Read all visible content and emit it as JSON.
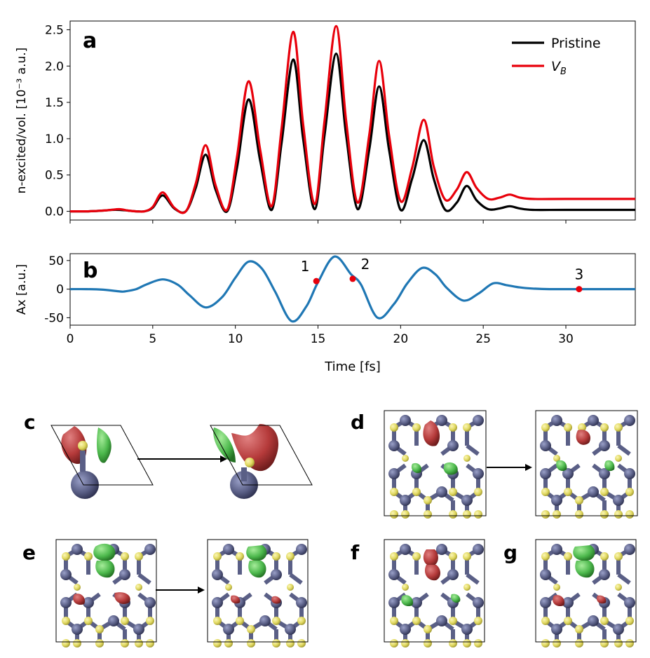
{
  "chart_data": [
    {
      "panel_label": "a",
      "type": "line",
      "ylabel": "n-excited/vol. [10⁻³ a.u.]",
      "xlim": [
        0,
        34.2
      ],
      "ylim": [
        -0.12,
        2.62
      ],
      "yticks": [
        "0.0",
        "0.5",
        "1.0",
        "1.5",
        "2.0",
        "2.5"
      ],
      "grid": false,
      "legend_position": "top-right",
      "series": [
        {
          "name": "Pristine",
          "color": "#000000",
          "x": [
            0,
            1,
            2,
            2.5,
            3,
            3.5,
            4,
            4.5,
            5,
            5.6,
            6.3,
            7,
            7.6,
            8.2,
            8.8,
            9.5,
            10.1,
            10.8,
            11.5,
            12.2,
            12.8,
            13.5,
            14.1,
            14.8,
            15.4,
            16.1,
            16.7,
            17.4,
            18.1,
            18.7,
            19.3,
            20,
            20.7,
            21.4,
            22,
            22.7,
            23.4,
            24,
            24.6,
            25.3,
            26,
            26.6,
            27.2,
            28,
            30,
            34.2
          ],
          "values": [
            0,
            0,
            0.01,
            0.02,
            0.02,
            0.01,
            0,
            0,
            0.05,
            0.22,
            0.04,
            0,
            0.32,
            0.78,
            0.3,
            0,
            0.6,
            1.54,
            0.7,
            0.02,
            0.95,
            2.09,
            1,
            0.03,
            1.05,
            2.17,
            1.05,
            0.03,
            0.85,
            1.72,
            0.85,
            0.02,
            0.45,
            0.98,
            0.45,
            0.02,
            0.12,
            0.35,
            0.15,
            0.03,
            0.04,
            0.07,
            0.04,
            0.02,
            0.02,
            0.02
          ]
        },
        {
          "name": "V_B",
          "color": "#e8000b",
          "x": [
            0,
            1,
            2,
            2.5,
            3,
            3.5,
            4,
            4.5,
            5,
            5.6,
            6.3,
            7,
            7.6,
            8.2,
            8.8,
            9.5,
            10.1,
            10.8,
            11.5,
            12.2,
            12.8,
            13.5,
            14.1,
            14.8,
            15.4,
            16.1,
            16.7,
            17.4,
            18.1,
            18.7,
            19.3,
            20,
            20.7,
            21.4,
            22,
            22.7,
            23.4,
            24,
            24.6,
            25.3,
            26,
            26.6,
            27.2,
            28,
            30,
            34.2
          ],
          "values": [
            0,
            0,
            0.01,
            0.02,
            0.03,
            0.01,
            0,
            0,
            0.06,
            0.26,
            0.05,
            0,
            0.38,
            0.91,
            0.36,
            0.02,
            0.75,
            1.79,
            0.85,
            0.07,
            1.15,
            2.47,
            1.2,
            0.1,
            1.25,
            2.55,
            1.25,
            0.12,
            1.05,
            2.07,
            1.05,
            0.14,
            0.6,
            1.26,
            0.62,
            0.16,
            0.3,
            0.54,
            0.32,
            0.17,
            0.19,
            0.23,
            0.19,
            0.17,
            0.17,
            0.17
          ]
        }
      ]
    },
    {
      "panel_label": "b",
      "type": "line",
      "xlabel": "Time [fs]",
      "ylabel": "Ax [a.u.]",
      "xlim": [
        0,
        34.2
      ],
      "ylim": [
        -63,
        62
      ],
      "xticks": [
        "0",
        "5",
        "10",
        "15",
        "20",
        "25",
        "30"
      ],
      "yticks": [
        "50",
        "0",
        "-50"
      ],
      "grid": false,
      "series": [
        {
          "name": "",
          "color": "#1f77b4",
          "x": [
            0,
            1,
            2,
            3,
            3.3,
            4,
            4.6,
            5.6,
            6.5,
            7.2,
            8.2,
            9.2,
            10,
            10.8,
            11.6,
            12.4,
            13.4,
            14.3,
            15,
            16,
            17,
            17.6,
            18.6,
            19.6,
            20.4,
            21.3,
            22.1,
            22.8,
            23.8,
            24.7,
            25.6,
            26.4,
            27.2,
            28,
            29,
            30.8,
            34.2
          ],
          "values": [
            0,
            0,
            -1,
            -4,
            -4,
            0,
            8,
            17,
            8,
            -10,
            -32,
            -14,
            20,
            48,
            36,
            -4,
            -56,
            -30,
            12,
            57,
            26,
            8,
            -50,
            -26,
            10,
            37,
            26,
            2,
            -20,
            -8,
            10,
            7,
            3,
            1,
            0,
            0,
            0
          ]
        }
      ],
      "annotations": [
        {
          "label": "1",
          "x": 14.9,
          "y": 14
        },
        {
          "label": "2",
          "x": 17.1,
          "y": 18
        },
        {
          "label": "3",
          "x": 30.8,
          "y": 0
        }
      ],
      "marker_color": "#e8000b"
    }
  ],
  "panels": {
    "c": "c",
    "d": "d",
    "e": "e",
    "f": "f",
    "g": "g"
  },
  "colors": {
    "carbon_atom": "#5a5f86",
    "boron_nitride_atom": "#e6e06a",
    "lobe_red": "#b53a3a",
    "lobe_green": "#4cb84c"
  }
}
